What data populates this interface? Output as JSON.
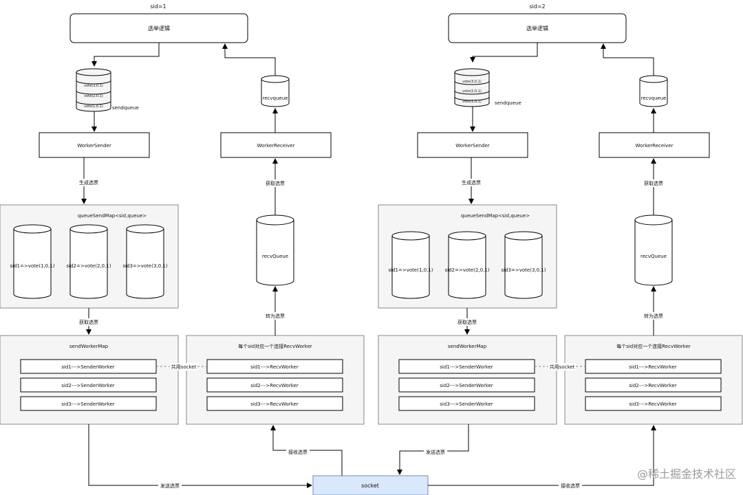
{
  "headers": [
    "sid=1",
    "sid=2"
  ],
  "servers": [
    {
      "election": "选举逻辑",
      "sendqueue_votes": [
        "vote(3,0,1)",
        "vote(2,0,1)",
        "vote(1,0,1)"
      ],
      "sendqueue_label": "sendqueue",
      "recvqueue_small": "recvqueue",
      "worker_sender": "WorkerSender",
      "worker_receiver": "WorkerReceiver",
      "gen_votes": "生成选票",
      "get_votes_top": "获取选票",
      "map_title": "queueSendMap<sid,queue>",
      "map_items": [
        "sid1=>vote(1,0,1)",
        "sid2=>vote(2,0,1)",
        "sid3=>vote(3,0,1)"
      ],
      "recv_queue": "recvQueue",
      "get_votes_mid": "获取选票",
      "convert_votes": "转为选票",
      "send_map_title": "sendWorkerMap",
      "senders": [
        "sid1--->SenderWorker",
        "sid2--->SenderWorker",
        "sid3--->SenderWorker"
      ],
      "recv_title": "每个sid对应一个连接RecvWorker",
      "receivers": [
        "sid1--->RecvWorker",
        "sid2--->RecvWorker",
        "sid3--->RecvWorker"
      ],
      "shared_socket": "共用socket"
    },
    {
      "election": "选举逻辑",
      "sendqueue_votes": [
        "vote(3,0,1)",
        "vote(2,0,1)",
        "vote(1,0,1)"
      ],
      "sendqueue_label": "sendqueue",
      "recvqueue_small": "recvqueue",
      "worker_sender": "WorkerSender",
      "worker_receiver": "WorkerReceiver",
      "gen_votes": "生成选票",
      "get_votes_top": "获取选票",
      "map_title": "queueSendMap<sid,queue>",
      "map_items": [
        "sid1=>vote(1,0,1)",
        "sid2=>vote(2,0,1)",
        "sid3=>vote(3,0,1)"
      ],
      "recv_queue": "recvQueue",
      "get_votes_mid": "获取选票",
      "convert_votes": "转为选票",
      "send_map_title": "sendWorkerMap",
      "senders": [
        "sid1--->SenderWorker",
        "sid2--->SenderWorker",
        "sid3--->SenderWorker"
      ],
      "recv_title": "每个sid对应一个连接RecvWorker",
      "receivers": [
        "sid1--->RecvWorker",
        "sid2--->RecvWorker",
        "sid3--->RecvWorker"
      ],
      "shared_socket": "共用socket"
    }
  ],
  "socket": {
    "label": "socket",
    "send_left": "发送选票",
    "recv_left": "接收选票",
    "send_right": "发送选票",
    "recv_right": "接收选票",
    "fill": "#dae8fc"
  },
  "watermark": "@稀土掘金技术社区"
}
